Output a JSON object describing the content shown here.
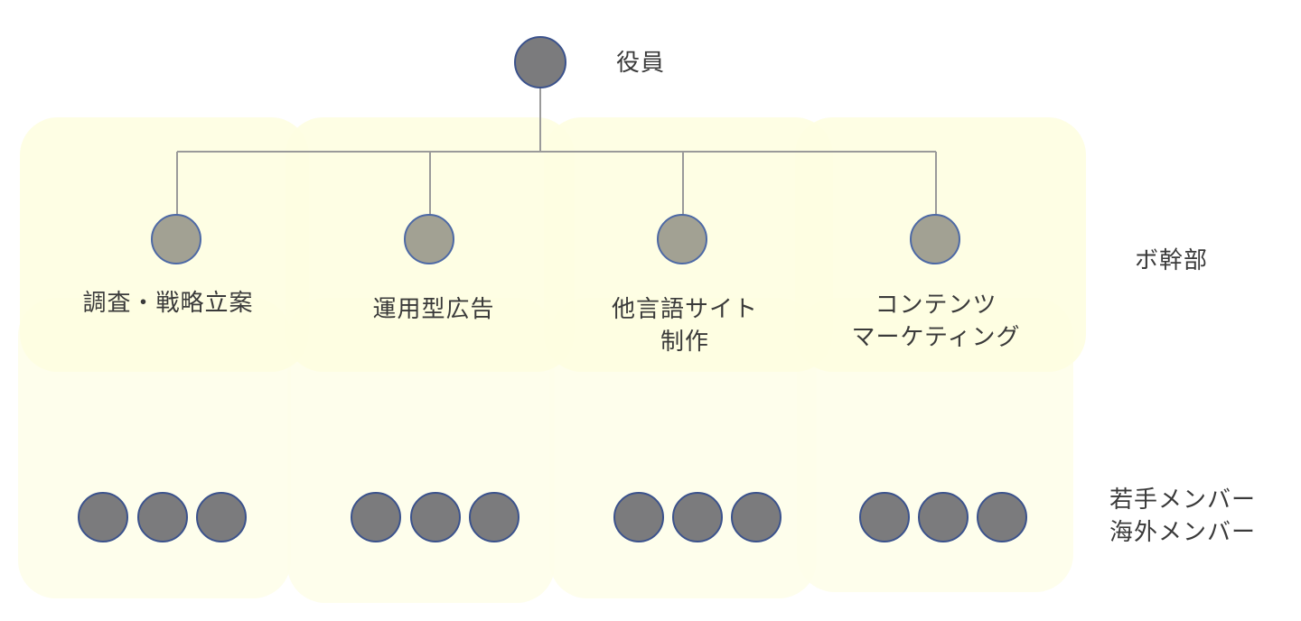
{
  "exec": {
    "label": "役員"
  },
  "levels": {
    "management": "ボ幹部",
    "members_line1": "若手メンバー",
    "members_line2": "海外メンバー"
  },
  "departments": [
    {
      "line1": "調査・戦略立案",
      "line2": ""
    },
    {
      "line1": "運用型広告",
      "line2": ""
    },
    {
      "line1": "他言語サイト",
      "line2": "制作"
    },
    {
      "line1": "コンテンツ",
      "line2": "マーケティング"
    }
  ],
  "colors": {
    "panel_fill": "#fefee1",
    "exec_node": "#7b7b7d",
    "lead_node": "#a2a193",
    "node_border": "#3b528c",
    "connector": "#9a9a9a"
  }
}
